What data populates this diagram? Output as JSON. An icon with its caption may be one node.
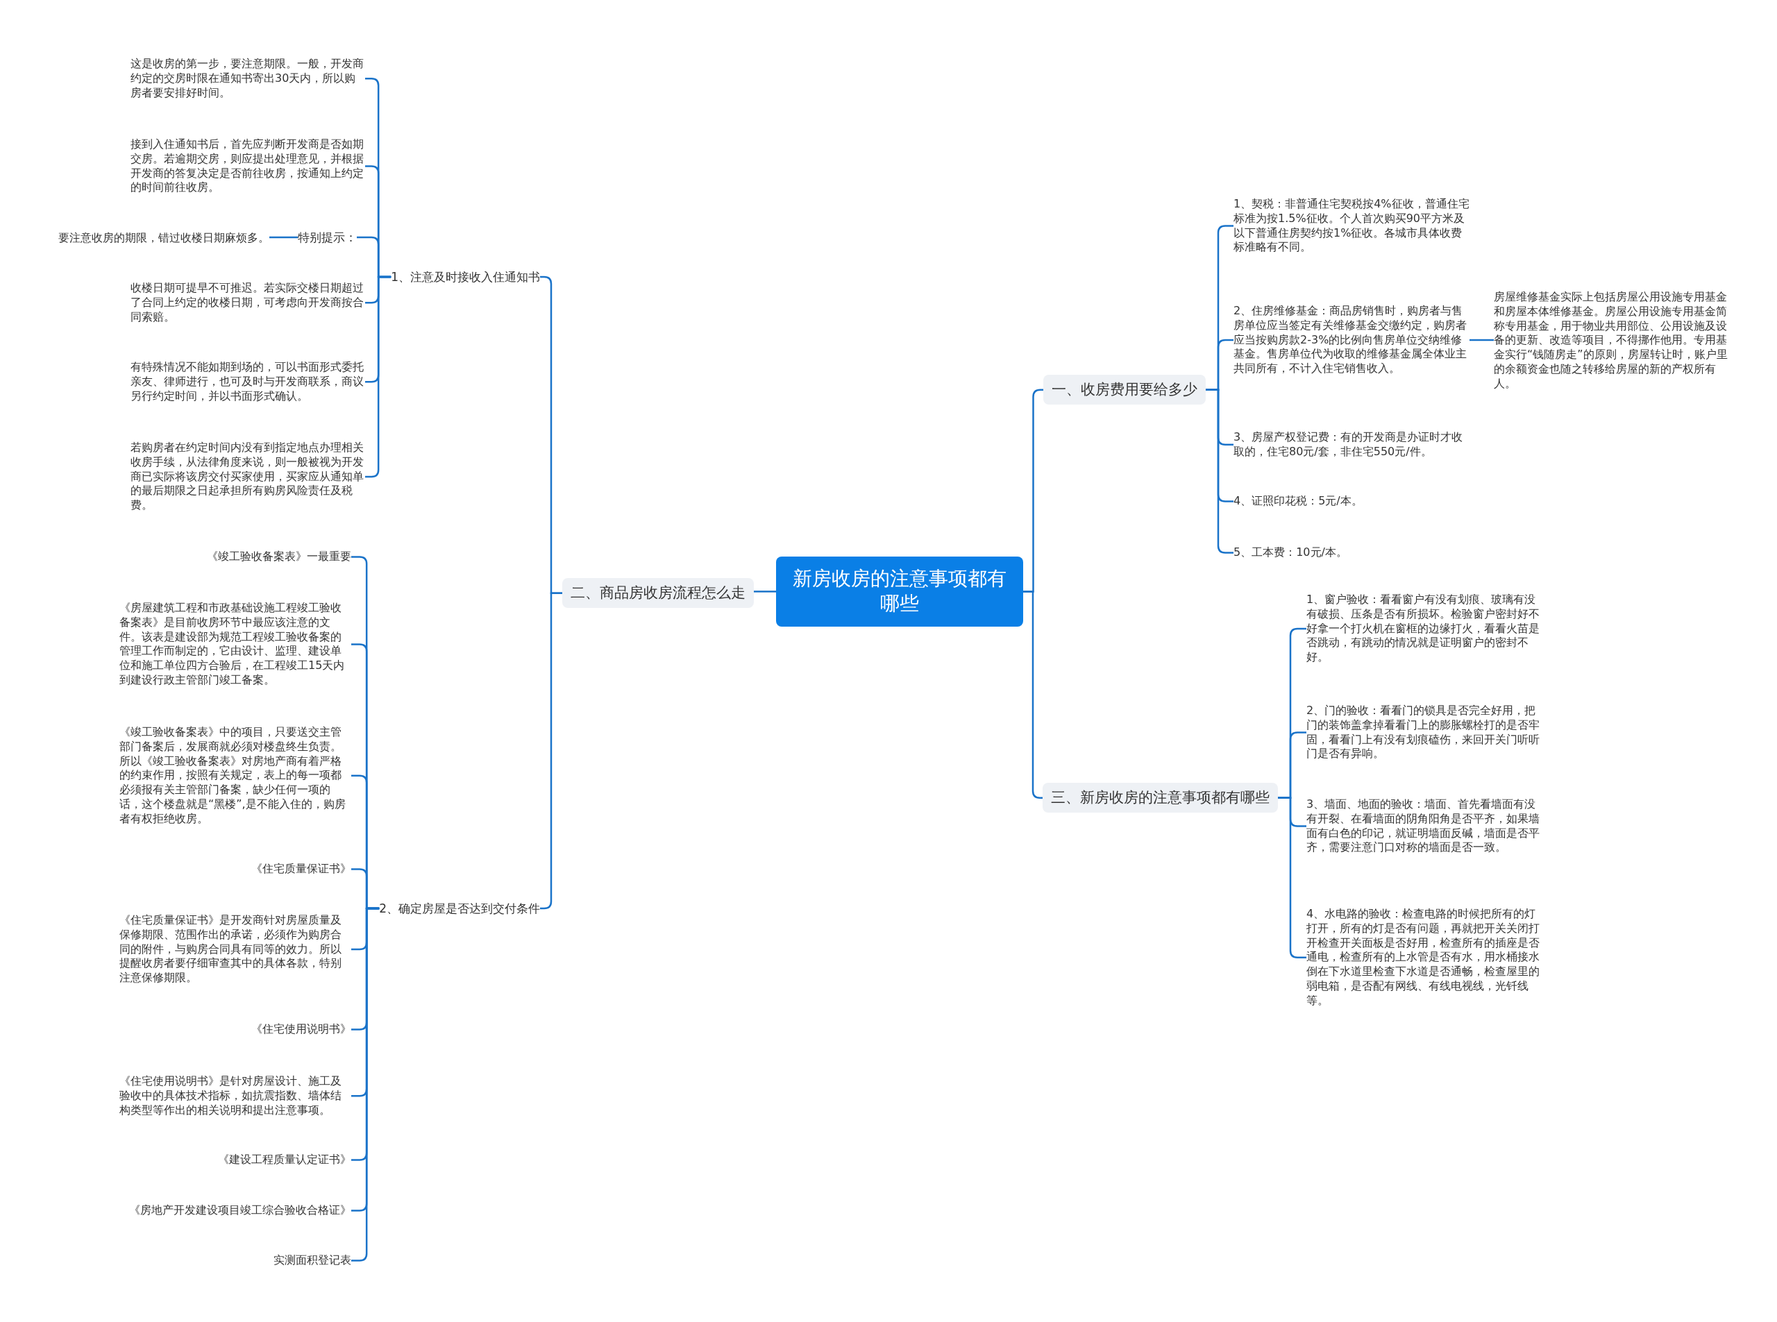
{
  "diagram": {
    "nodes": [
      {
        "text": [
          "新房收房的注意事项都有哪些"
        ]
      },
      {
        "text": [
          "一、收房费用要给多少"
        ]
      },
      {
        "text": [
          "二、商品房收房流程怎么走"
        ]
      },
      {
        "text": [
          "三、新房收房的注意事项都有哪些"
        ]
      },
      {
        "text": [
          "1、契税：非普通住宅契税按4%征收，普通住宅标准为按1.5%征收。个人首次购买90平方米及以下普通住房契约按1%征收。各城市具体收费标准略有不同。"
        ]
      },
      {
        "text": [
          "2、住房维修基金：商品房销售时，购房者与售房单位应当签定有关维修基金交缴约定，购房者应当按购房款2-3%的比例向售房单位交纳维修基金。售房单位代为收取的维修基金属全体业主共同所有，不计入住宅销售收入。"
        ]
      },
      {
        "text": [
          "房屋维修基金实际上包括房屋公用设施专用基金和房屋本体维修基金。房屋公用设施专用基金简称专用基金，用于物业共用部位、公用设施及设备的更新、改造等项目，不得挪作他用。专用基金实行“钱随房走”的原则，房屋转让时，账户里的余额资金也随之转移给房屋的新的产权所有人。"
        ]
      },
      {
        "text": [
          "3、房屋产权登记费：有的开发商是办证时才收取的，住宅80元/套，非住宅550元/件。"
        ]
      },
      {
        "text": [
          "4、证照印花税：5元/本。"
        ]
      },
      {
        "text": [
          "5、工本费：10元/本。"
        ]
      },
      {
        "text": [
          "1、窗户验收：看看窗户有没有划痕、玻璃有没有破损、压条是否有所损坏。检验窗户密封好不好拿一个打火机在窗框的边缘打火，看看火苗是否跳动，有跳动的情况就是证明窗户的密封不好。"
        ]
      },
      {
        "text": [
          "2、门的验收：看看门的锁具是否完全好用，把门的装饰盖拿掉看看门上的膨胀螺栓打的是否牢固，看看门上有没有划痕磕伤，来回开关门听听门是否有异响。"
        ]
      },
      {
        "text": [
          "3、墙面、地面的验收：墙面、首先看墙面有没有开裂、在看墙面的阴角阳角是否平齐，如果墙面有白色的印记，就证明墙面反碱，墙面是否平齐，需要注意门口对称的墙面是否一致。"
        ]
      },
      {
        "text": [
          "4、水电路的验收：检查电路的时候把所有的灯打开，所有的灯是否有问题，再就把开关关闭打开检查开关面板是否好用，检查所有的插座是否通电，检查所有的上水管是否有水，用水桶接水倒在下水道里检查下水道是否通畅，检查屋里的弱电箱，是否配有网线、有线电视线，光钎线等。"
        ]
      },
      {
        "text": [
          "1、注意及时接收入住通知书"
        ]
      },
      {
        "text": [
          "2、确定房屋是否达到交付条件"
        ]
      },
      {
        "text": [
          "这是收房的第一步，要注意期限。一般，开发商约定的交房时限在通知书寄出30天内，所以购房者要安排好时间。"
        ]
      },
      {
        "text": [
          "接到入住通知书后，首先应判断开发商是否如期交房。若逾期交房，则应提出处理意见，并根据开发商的答复决定是否前往收房，按通知上约定的时间前往收房。"
        ]
      },
      {
        "text": [
          "特别提示："
        ]
      },
      {
        "text": [
          "要注意收房的期限，错过收楼日期麻烦多。"
        ]
      },
      {
        "text": [
          "收楼日期可提早不可推迟。若实际交楼日期超过了合同上约定的收楼日期，可考虑向开发商按合同索赔。"
        ]
      },
      {
        "text": [
          "有特殊情况不能如期到场的，可以书面形式委托亲友、律师进行，也可及时与开发商联系，商议另行约定时间，并以书面形式确认。"
        ]
      },
      {
        "text": [
          "若购房者在约定时间内没有到指定地点办理相关收房手续，从法律角度来说，则一般被视为开发商已实际将该房交付买家使用，买家应从通知单的最后期限之日起承担所有购房风险责任及税费。"
        ]
      },
      {
        "text": [
          "《竣工验收备案表》一最重要"
        ]
      },
      {
        "text": [
          "《房屋建筑工程和市政基础设施工程竣工验收备案表》是目前收房环节中最应该注意的文件。该表是建设部为规范工程竣工验收备案的管理工作而制定的，它由设计、监理、建设单位和施工单位四方合验后，在工程竣工15天内到建设行政主管部门竣工备案。"
        ]
      },
      {
        "text": [
          "《竣工验收备案表》中的项目，只要送交主管部门备案后，发展商就必须对楼盘终生负责。所以《竣工验收备案表》对房地产商有着严格的约束作用，按照有关规定，表上的每一项都必须报有关主管部门备案，缺少任何一项的话，这个楼盘就是“黑楼”,是不能入住的，购房者有权拒绝收房。"
        ]
      },
      {
        "text": [
          "《住宅质量保证书》"
        ]
      },
      {
        "text": [
          "《住宅质量保证书》是开发商针对房屋质量及保修期限、范围作出的承诺，必须作为购房合同的附件，与购房合同具有同等的效力。所以提醒收房者要仔细审查其中的具体各款，特别注意保修期限。"
        ]
      },
      {
        "text": [
          "《住宅使用说明书》"
        ]
      },
      {
        "text": [
          "《住宅使用说明书》是针对房屋设计、施工及验收中的具体技术指标，如抗震指数、墙体结构类型等作出的相关说明和提出注意事项。"
        ]
      },
      {
        "text": [
          "《建设工程质量认定证书》"
        ]
      },
      {
        "text": [
          "《房地产开发建设项目竣工综合验收合格证》"
        ]
      },
      {
        "text": [
          "实测面积登记表"
        ]
      }
    ],
    "edges": [
      {
        "from": 0,
        "to": 1,
        "arrow": "none"
      },
      {
        "from": 0,
        "to": 2,
        "arrow": "none"
      },
      {
        "from": 0,
        "to": 3,
        "arrow": "none"
      },
      {
        "from": 1,
        "to": 4,
        "arrow": "none"
      },
      {
        "from": 1,
        "to": 5,
        "arrow": "none"
      },
      {
        "from": 5,
        "to": 6,
        "arrow": "none"
      },
      {
        "from": 1,
        "to": 7,
        "arrow": "none"
      },
      {
        "from": 1,
        "to": 8,
        "arrow": "none"
      },
      {
        "from": 1,
        "to": 9,
        "arrow": "none"
      },
      {
        "from": 3,
        "to": 10,
        "arrow": "none"
      },
      {
        "from": 3,
        "to": 11,
        "arrow": "none"
      },
      {
        "from": 3,
        "to": 12,
        "arrow": "none"
      },
      {
        "from": 3,
        "to": 13,
        "arrow": "none"
      },
      {
        "from": 2,
        "to": 14,
        "arrow": "none"
      },
      {
        "from": 2,
        "to": 15,
        "arrow": "none"
      },
      {
        "from": 14,
        "to": 16,
        "arrow": "none"
      },
      {
        "from": 14,
        "to": 17,
        "arrow": "none"
      },
      {
        "from": 14,
        "to": 18,
        "arrow": "none"
      },
      {
        "from": 18,
        "to": 19,
        "arrow": "none"
      },
      {
        "from": 14,
        "to": 20,
        "arrow": "none"
      },
      {
        "from": 14,
        "to": 21,
        "arrow": "none"
      },
      {
        "from": 14,
        "to": 22,
        "arrow": "none"
      },
      {
        "from": 15,
        "to": 23,
        "arrow": "none"
      },
      {
        "from": 15,
        "to": 24,
        "arrow": "none"
      },
      {
        "from": 15,
        "to": 25,
        "arrow": "none"
      },
      {
        "from": 15,
        "to": 26,
        "arrow": "none"
      },
      {
        "from": 15,
        "to": 27,
        "arrow": "none"
      },
      {
        "from": 15,
        "to": 28,
        "arrow": "none"
      },
      {
        "from": 15,
        "to": 29,
        "arrow": "none"
      },
      {
        "from": 15,
        "to": 30,
        "arrow": "none"
      },
      {
        "from": 15,
        "to": 31,
        "arrow": "none"
      },
      {
        "from": 15,
        "to": 32,
        "arrow": "none"
      }
    ]
  }
}
